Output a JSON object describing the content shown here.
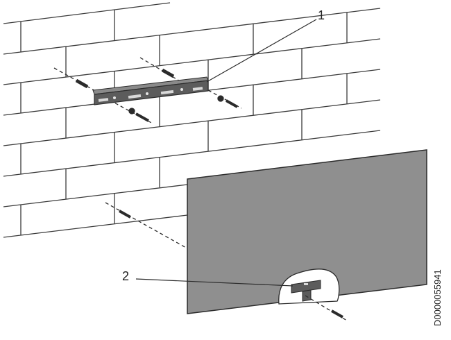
{
  "callouts": {
    "mounting_rail": "1",
    "panel_bracket": "2"
  },
  "document_id": "D0000055941",
  "colors": {
    "line": "#2b2b2b",
    "wall_line": "#3a3a3a",
    "panel_fill": "#8f8f8f",
    "rail_fill": "#5c5c5c",
    "cutout_fill": "#ffffff"
  }
}
